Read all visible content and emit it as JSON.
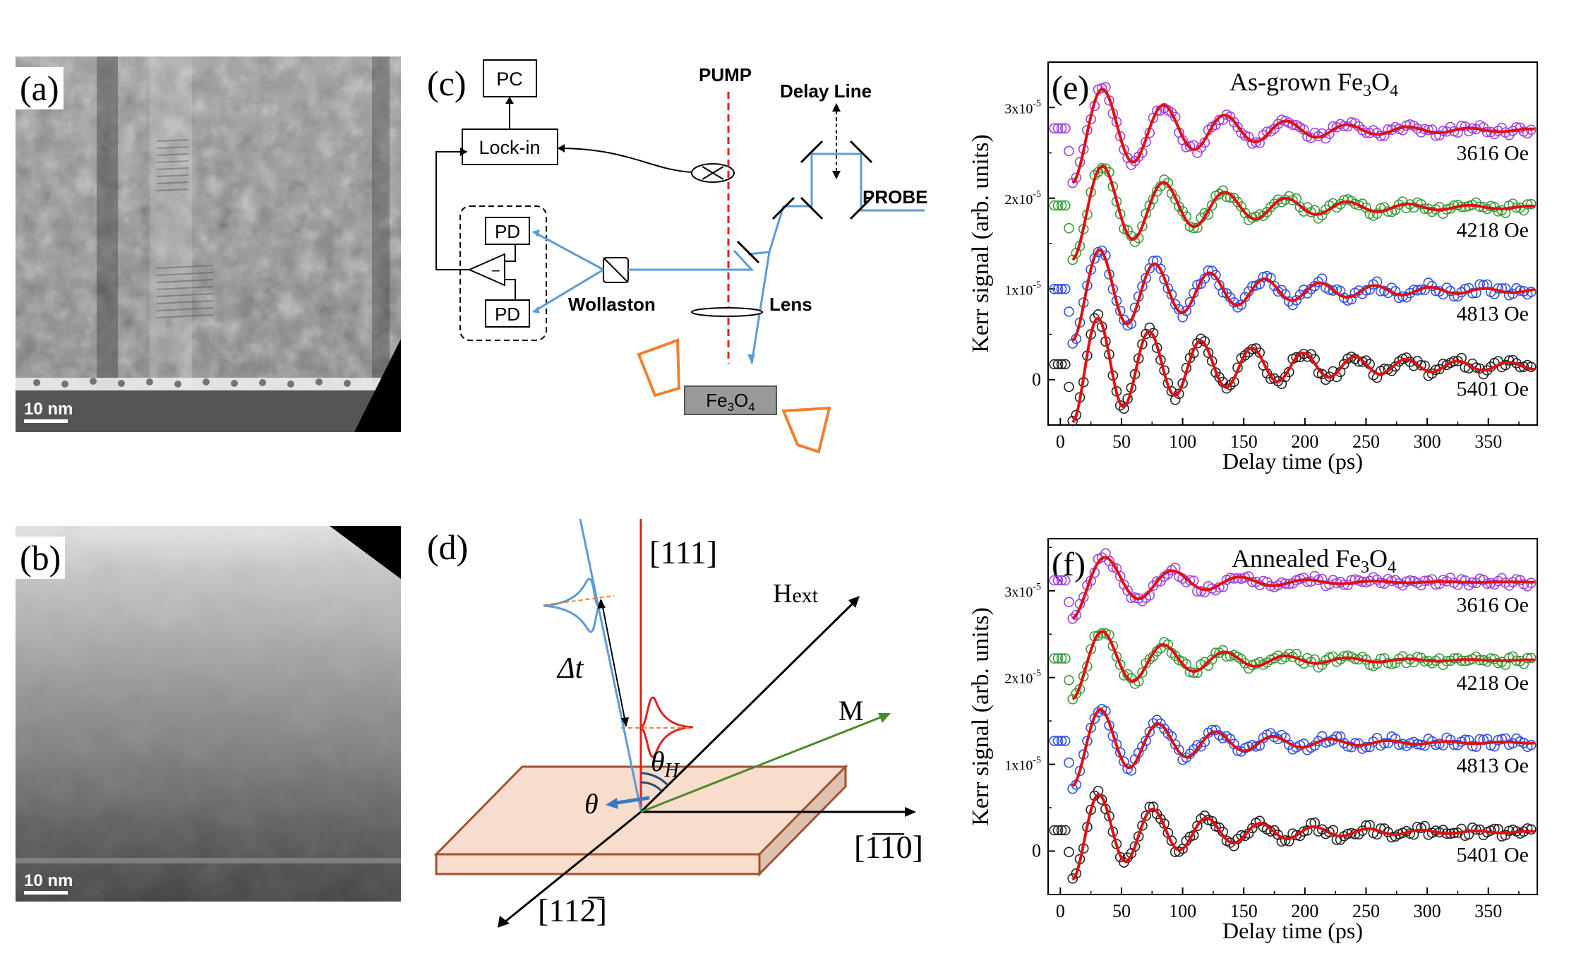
{
  "panels": {
    "a": {
      "label": "(a)",
      "scalebar": "10 nm"
    },
    "b": {
      "label": "(b)",
      "scalebar": "10 nm"
    },
    "c": {
      "label": "(c)",
      "pc": "PC",
      "lockin": "Lock-in",
      "pump": "PUMP",
      "delay_line": "Delay Line",
      "probe": "PROBE",
      "pd1": "PD",
      "pd2": "PD",
      "amp_sign": "−",
      "wollaston": "Wollaston",
      "lens": "Lens",
      "sample_base": "Fe",
      "sample_sub": "3",
      "sample_end": "O",
      "sample_sub2": "4"
    },
    "d": {
      "label": "(d)",
      "axis_111": "[111]",
      "axis_1m10": "[1̅1̅0]",
      "axis_11m2": "[112̅]",
      "hext": "H",
      "hext_sub": "ext",
      "m": "M",
      "dt": "Δt",
      "theta_h": "θ",
      "theta_h_sub": "H",
      "theta": "θ"
    }
  },
  "chart_data": [
    {
      "panel": "(e)",
      "type": "scatter",
      "title": "As-grown Fe3O4",
      "title_parts": {
        "base": "As-grown Fe",
        "sub": "3",
        "mid": "O",
        "sub2": "4"
      },
      "xlabel": "Delay time (ps)",
      "ylabel": "Kerr signal (arb. units)",
      "xlim": [
        -10,
        390
      ],
      "xticks": [
        0,
        50,
        100,
        150,
        200,
        250,
        300,
        350
      ],
      "ytick_labels": [
        "0",
        "1x10",
        "2x10",
        "3x10"
      ],
      "ytick_exp": "-5",
      "series": [
        {
          "name": "3616 Oe",
          "offset": 2.75,
          "marker_color": "#a040e0",
          "amp": 0.58,
          "period": 50,
          "tau": 100,
          "phase_shift": 10
        },
        {
          "name": "4218 Oe",
          "offset": 1.9,
          "marker_color": "#3a9a3a",
          "amp": 0.58,
          "period": 50,
          "tau": 100,
          "phase_shift": 10
        },
        {
          "name": "4813 Oe",
          "offset": 0.98,
          "marker_color": "#3050e0",
          "amp": 0.55,
          "period": 45,
          "tau": 110,
          "phase_shift": 8
        },
        {
          "name": "5401 Oe",
          "offset": 0.15,
          "marker_color": "#222222",
          "amp": 0.62,
          "period": 42,
          "tau": 130,
          "phase_shift": 6
        }
      ],
      "fit_color": "#e01010"
    },
    {
      "panel": "(f)",
      "type": "scatter",
      "title": "Annealed Fe3O4",
      "title_parts": {
        "base": "Annealed Fe",
        "sub": "3",
        "mid": "O",
        "sub2": "4"
      },
      "xlabel": "Delay time (ps)",
      "ylabel": "Kerr signal (arb. units)",
      "xlim": [
        -10,
        390
      ],
      "xticks": [
        0,
        50,
        100,
        150,
        200,
        250,
        300,
        350
      ],
      "ytick_labels": [
        "0",
        "1x10",
        "2x10",
        "3x10"
      ],
      "ytick_exp": "-5",
      "series": [
        {
          "name": "3616 Oe",
          "offset": 3.1,
          "marker_color": "#a040e0",
          "amp": 0.42,
          "period": 55,
          "tau": 70,
          "phase_shift": 12
        },
        {
          "name": "4218 Oe",
          "offset": 2.2,
          "marker_color": "#3a9a3a",
          "amp": 0.45,
          "period": 50,
          "tau": 80,
          "phase_shift": 10
        },
        {
          "name": "4813 Oe",
          "offset": 1.25,
          "marker_color": "#3050e0",
          "amp": 0.5,
          "period": 47,
          "tau": 85,
          "phase_shift": 8
        },
        {
          "name": "5401 Oe",
          "offset": 0.22,
          "marker_color": "#222222",
          "amp": 0.55,
          "period": 44,
          "tau": 90,
          "phase_shift": 6
        }
      ],
      "fit_color": "#e01010"
    }
  ]
}
